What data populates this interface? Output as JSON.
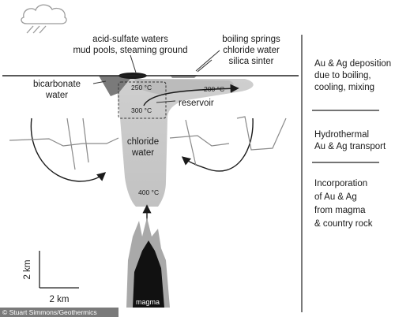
{
  "labels": {
    "acid_sulfate_1": "acid-sulfate waters",
    "acid_sulfate_2": "mud pools, steaming ground",
    "boiling_springs": "boiling springs",
    "chloride_water_top": "chloride water",
    "silica_sinter": "silica sinter",
    "bicarbonate_1": "bicarbonate",
    "bicarbonate_2": "water",
    "temp_250": "250 °C",
    "temp_300": "300 °C",
    "temp_200": "200 °C",
    "reservoir": "reservoir",
    "chloride_1": "chloride",
    "chloride_2": "water",
    "temp_400": "400 °C",
    "magma": "magma",
    "scale_vertical": "2 km",
    "scale_horizontal": "2 km",
    "credit": "© Stuart Simmons/Geothermics"
  },
  "side_panel": {
    "deposition": [
      "Au & Ag deposition",
      "due to boiling,",
      "cooling, mixing"
    ],
    "transport": [
      "Hydrothermal",
      "Au & Ag transport"
    ],
    "incorporation": [
      "Incorporation",
      "of Au & Ag",
      "from magma",
      "& country rock"
    ]
  },
  "icons": {
    "cloud": "rain-cloud-icon"
  },
  "colors": {
    "plume_light": "#d3d3d3",
    "plume_mid": "#b4b4b4",
    "magma_dark": "#111111",
    "line": "#222222",
    "fault_grey": "#8a8a8a"
  }
}
